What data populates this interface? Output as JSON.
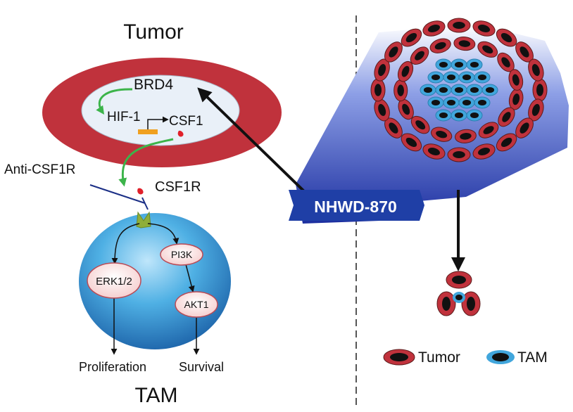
{
  "left": {
    "tumor_title": "Tumor",
    "tam_title": "TAM",
    "brd4": "BRD4",
    "hif1": "HIF-1",
    "csf1": "CSF1",
    "anti_csf1r": "Anti-CSF1R",
    "csf1r": "CSF1R",
    "pi3k": "PI3K",
    "erk": "ERK1/2",
    "akt": "AKT1",
    "proliferation": "Proliferation",
    "survival": "Survival"
  },
  "right": {
    "drug": "NHWD-870",
    "legend_tumor": "Tumor",
    "legend_tam": "TAM"
  },
  "colors": {
    "tumor_red": "#c0323c",
    "tam_blue": "#41a6dc",
    "green_arrow": "#3cb44a",
    "drug_blue": "#1f3fa6",
    "promoter": "#f0a020",
    "receptor": "#8fae3a"
  }
}
